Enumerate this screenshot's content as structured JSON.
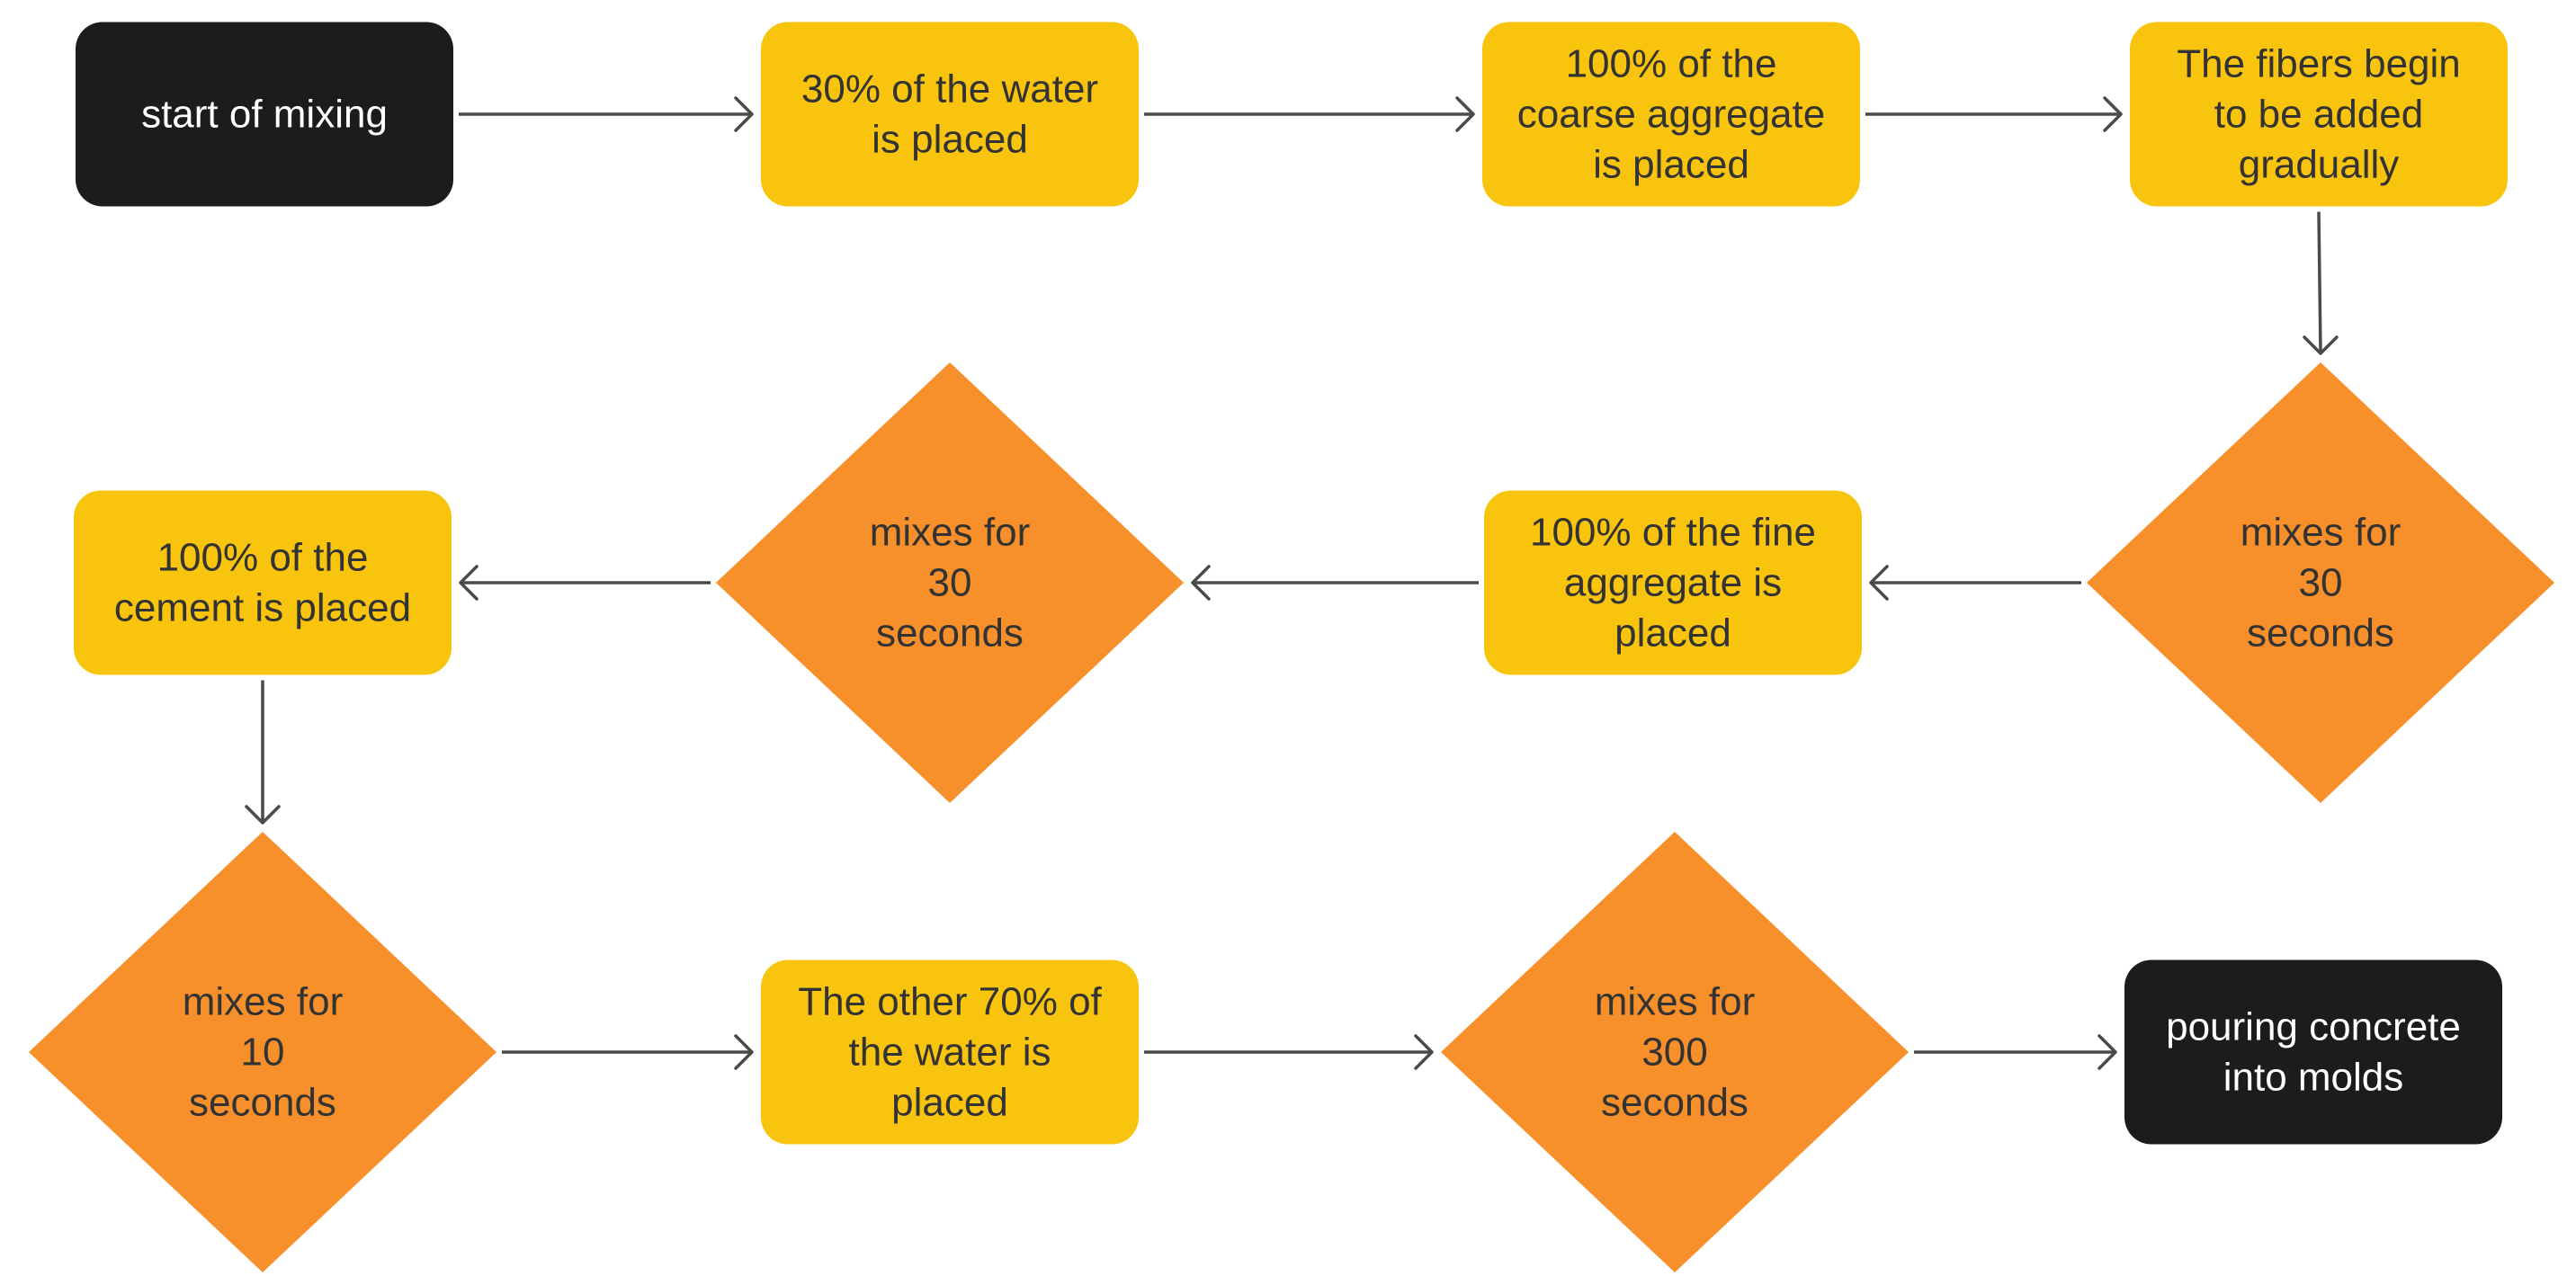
{
  "colors": {
    "terminal": "#1c1c1c",
    "process": "#f8c40e",
    "decision": "#f7902a",
    "connector": "#4a4a4a",
    "text_dark": "#333333",
    "text_light": "#ffffff"
  },
  "nodes": [
    {
      "id": "start",
      "kind": "terminal",
      "lines": [
        "start of mixing"
      ]
    },
    {
      "id": "water30",
      "kind": "process",
      "lines": [
        "30% of the water",
        "is placed"
      ]
    },
    {
      "id": "coarse",
      "kind": "process",
      "lines": [
        "100% of the",
        "coarse aggregate",
        "is placed"
      ]
    },
    {
      "id": "fibers",
      "kind": "process",
      "lines": [
        "The fibers begin",
        "to be added",
        "gradually"
      ]
    },
    {
      "id": "mix30a",
      "kind": "decision",
      "lines": [
        "mixes for",
        "30",
        "seconds"
      ]
    },
    {
      "id": "fine",
      "kind": "process",
      "lines": [
        "100% of the fine",
        "aggregate is",
        "placed"
      ]
    },
    {
      "id": "mix30b",
      "kind": "decision",
      "lines": [
        "mixes for",
        "30",
        "seconds"
      ]
    },
    {
      "id": "cement",
      "kind": "process",
      "lines": [
        "100% of the",
        "cement is placed"
      ]
    },
    {
      "id": "mix10",
      "kind": "decision",
      "lines": [
        "mixes for",
        "10",
        "seconds"
      ]
    },
    {
      "id": "water70",
      "kind": "process",
      "lines": [
        "The other 70% of",
        "the water is",
        "placed"
      ]
    },
    {
      "id": "mix300",
      "kind": "decision",
      "lines": [
        "mixes for",
        "300",
        "seconds"
      ]
    },
    {
      "id": "pour",
      "kind": "terminal",
      "lines": [
        "pouring concrete",
        "into molds"
      ]
    }
  ],
  "edges": [
    {
      "from": "start",
      "to": "water30"
    },
    {
      "from": "water30",
      "to": "coarse"
    },
    {
      "from": "coarse",
      "to": "fibers"
    },
    {
      "from": "fibers",
      "to": "mix30a"
    },
    {
      "from": "mix30a",
      "to": "fine"
    },
    {
      "from": "fine",
      "to": "mix30b"
    },
    {
      "from": "mix30b",
      "to": "cement"
    },
    {
      "from": "cement",
      "to": "mix10"
    },
    {
      "from": "mix10",
      "to": "water70"
    },
    {
      "from": "water70",
      "to": "mix300"
    },
    {
      "from": "mix300",
      "to": "pour"
    }
  ]
}
